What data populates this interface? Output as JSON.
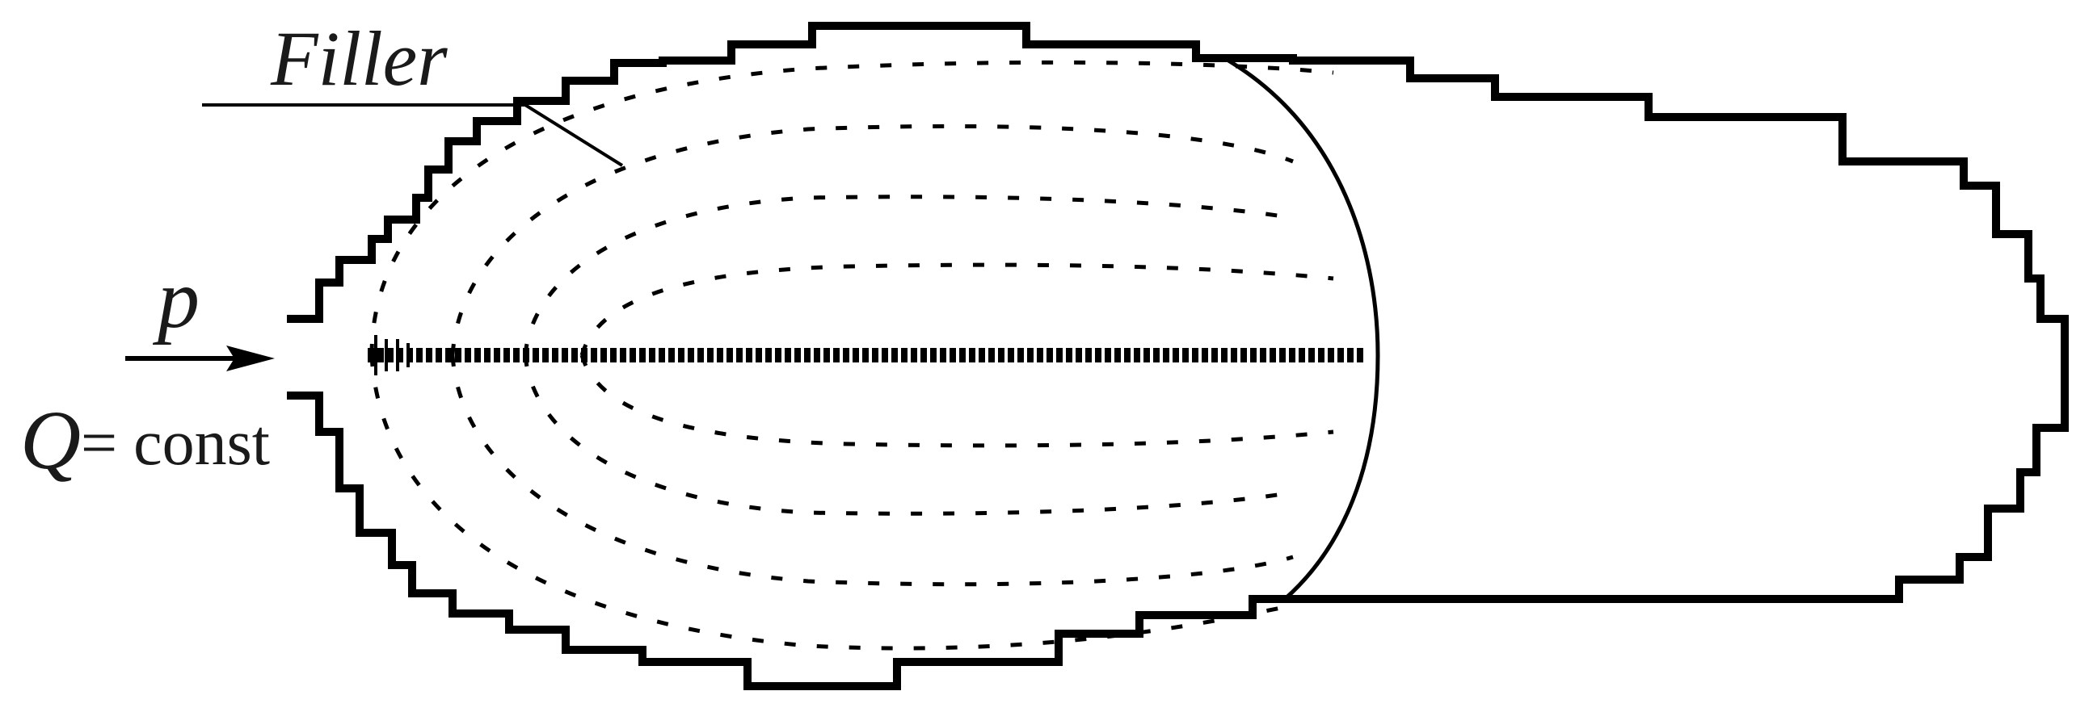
{
  "diagram": {
    "labels": {
      "filler": "Filler",
      "pressure": "p",
      "flow_symbol": "Q",
      "flow_equation": "= const"
    },
    "colors": {
      "outline": "#000000",
      "text": "#1a1a1a",
      "background": "#ffffff"
    }
  }
}
